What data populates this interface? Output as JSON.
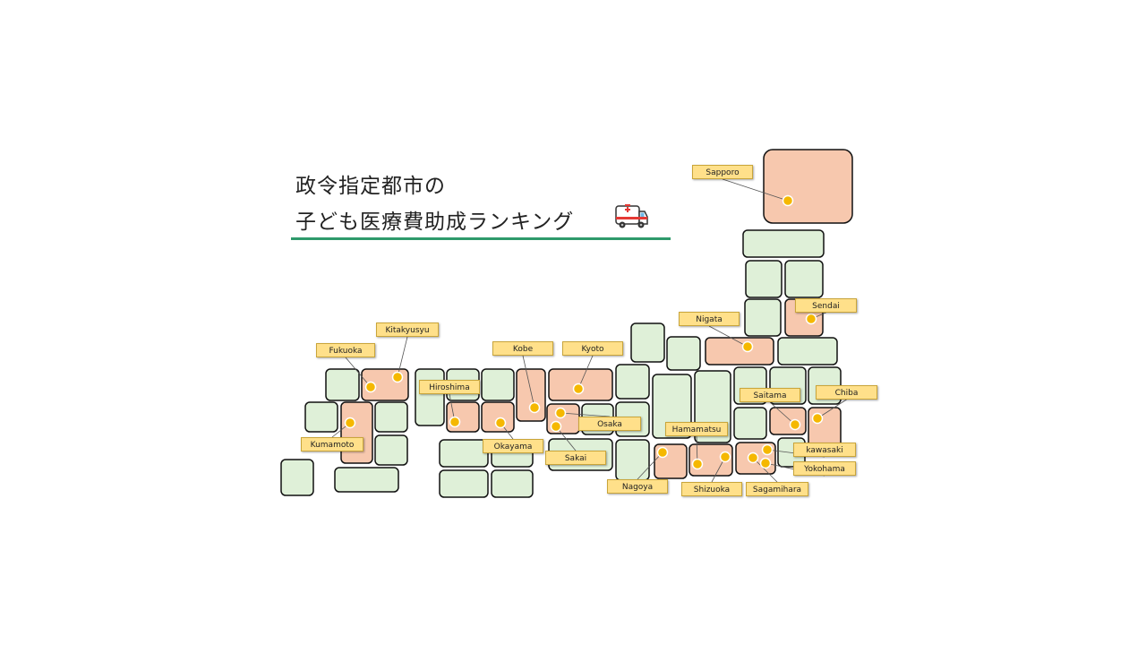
{
  "title": {
    "line1": "政令指定都市の",
    "line2": "子ども医療費助成ランキング"
  },
  "icons": {
    "title_icon": "ambulance-icon"
  },
  "colors": {
    "accent_underline": "#2e9a6b",
    "region_city": "#f7c8ae",
    "region_other": "#dff0d8",
    "marker": "#f5b800",
    "label_bg": "#ffe08a"
  },
  "cities": [
    {
      "id": "sapporo",
      "label": "Sapporo"
    },
    {
      "id": "sendai",
      "label": "Sendai"
    },
    {
      "id": "nigata",
      "label": "Nigata"
    },
    {
      "id": "kitakyusyu",
      "label": "Kitakyusyu"
    },
    {
      "id": "fukuoka",
      "label": "Fukuoka"
    },
    {
      "id": "kobe",
      "label": "Kobe"
    },
    {
      "id": "kyoto",
      "label": "Kyoto"
    },
    {
      "id": "hiroshima",
      "label": "Hiroshima"
    },
    {
      "id": "saitama",
      "label": "Saitama"
    },
    {
      "id": "chiba",
      "label": "Chiba"
    },
    {
      "id": "osaka",
      "label": "Osaka"
    },
    {
      "id": "hamamatsu",
      "label": "Hamamatsu"
    },
    {
      "id": "kumamoto",
      "label": "Kumamoto"
    },
    {
      "id": "okayama",
      "label": "Okayama"
    },
    {
      "id": "sakai",
      "label": "Sakai"
    },
    {
      "id": "kawasaki",
      "label": "kawasaki"
    },
    {
      "id": "yokohama",
      "label": "Yokohama"
    },
    {
      "id": "nagoya",
      "label": "Nagoya"
    },
    {
      "id": "shizuoka",
      "label": "Shizuoka"
    },
    {
      "id": "sagamihara",
      "label": "Sagamihara"
    }
  ]
}
